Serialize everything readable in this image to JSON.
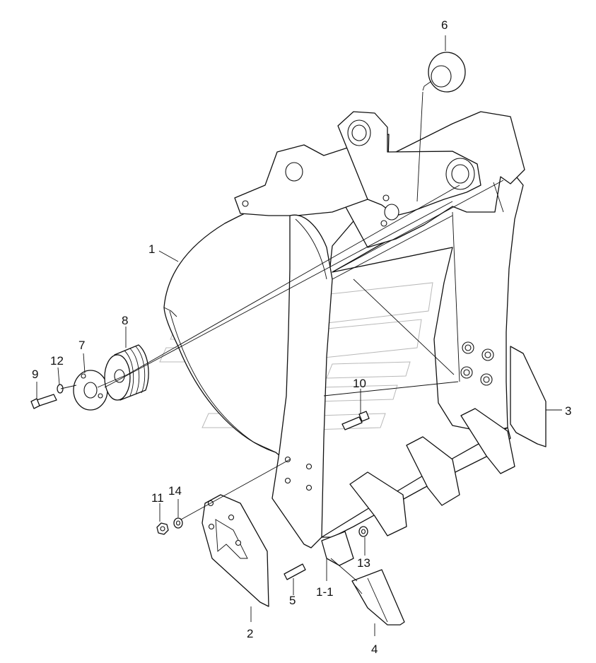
{
  "diagram": {
    "type": "exploded parts diagram",
    "callouts": [
      "1",
      "1-1",
      "2",
      "3",
      "4",
      "5",
      "6",
      "7",
      "8",
      "9",
      "10",
      "11",
      "12",
      "13",
      "14"
    ]
  }
}
